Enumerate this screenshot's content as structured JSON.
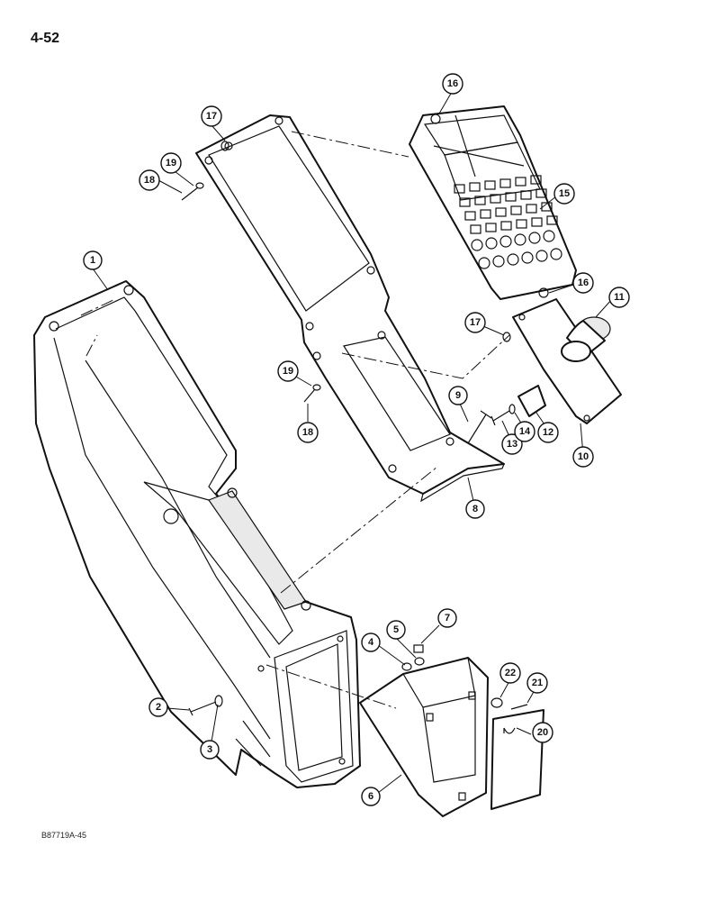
{
  "page": {
    "number": "4-52",
    "figure_id": "B87719A-45"
  },
  "callouts": [
    {
      "label": "1"
    },
    {
      "label": "2"
    },
    {
      "label": "3"
    },
    {
      "label": "4"
    },
    {
      "label": "5"
    },
    {
      "label": "6"
    },
    {
      "label": "7"
    },
    {
      "label": "8"
    },
    {
      "label": "9"
    },
    {
      "label": "10"
    },
    {
      "label": "11"
    },
    {
      "label": "12"
    },
    {
      "label": "13"
    },
    {
      "label": "14"
    },
    {
      "label": "15"
    },
    {
      "label": "16"
    },
    {
      "label": "16"
    },
    {
      "label": "17"
    },
    {
      "label": "17"
    },
    {
      "label": "18"
    },
    {
      "label": "18"
    },
    {
      "label": "19"
    },
    {
      "label": "19"
    },
    {
      "label": "20"
    },
    {
      "label": "21"
    },
    {
      "label": "22"
    }
  ]
}
